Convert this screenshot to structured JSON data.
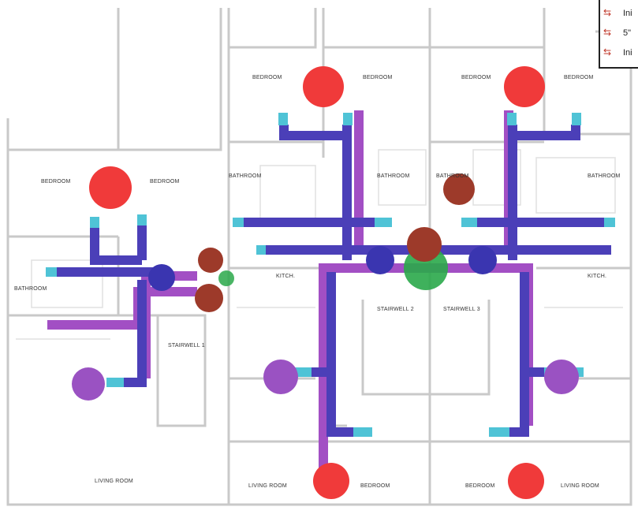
{
  "legend": {
    "items": [
      {
        "label": "Ini",
        "icon": "duct-fitting-icon"
      },
      {
        "label": "5\"",
        "icon": "duct-fitting-icon"
      },
      {
        "label": "Ini",
        "icon": "duct-fitting-icon"
      }
    ]
  },
  "rooms": {
    "bedroom_left": "BEDROOM",
    "bedroom_left2": "BEDROOM",
    "bedroom_tl1": "BEDROOM",
    "bedroom_tl2": "BEDROOM",
    "bedroom_tr1": "BEDROOM",
    "bedroom_tr2": "BEDROOM",
    "bath_left": "BATHROOM",
    "bath_c1": "BATHROOM",
    "bath_c2": "BATHROOM",
    "bath_c3": "BATHROOM",
    "bath_right": "BATHROOM",
    "stairwell_1": "STAIRWELL 1",
    "stairwell_2": "STAIRWELL 2",
    "stairwell_3": "STAIRWELL 3",
    "kitchen_c": "KITCH.",
    "kitchen_r": "KITCH.",
    "living_left": "LIVING ROOM",
    "living_c": "LIVING ROOM",
    "bedroom_bc": "BEDROOM",
    "bedroom_br": "BEDROOM",
    "living_right": "LIVING ROOM"
  },
  "colors": {
    "supply_duct": "#4b3fb8",
    "return_duct": "#a24fc4",
    "register": "#4fc3d6",
    "bedroom_unit": "#f03a3a",
    "ervs_unit": "#9d3a2a",
    "green_unit": "#2aa84a",
    "return_grille": "#9a52c2"
  }
}
